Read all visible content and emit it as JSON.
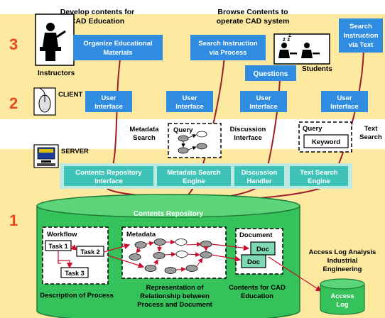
{
  "colors": {
    "band_yellow": "#FDE9A0",
    "band_white": "#FFFFFF",
    "label_red": "#E8491D",
    "ui_blue": "#2F8CE0",
    "cylinder_green": "#35C25A",
    "interface_teal": "#3FC3B8",
    "connector": "#9E1E2C",
    "doc_green": "#7DD8B6"
  },
  "icons": [
    "instructor-icon",
    "students-icon",
    "mouse-icon",
    "computer-icon"
  ],
  "layers": {
    "top": "3",
    "client": "2",
    "storage": "1"
  },
  "headers": {
    "develop": [
      "Develop contents for",
      "CAD Education"
    ],
    "browse": [
      "Browse Contents to",
      "operate CAD system"
    ]
  },
  "actors": {
    "instructors": "Instructors",
    "students": "Students"
  },
  "top_boxes": {
    "organize": [
      "Organize Educational",
      "Materials"
    ],
    "search_process": [
      "Search Instruction",
      "via Process"
    ],
    "questions": "Questions",
    "search_text": [
      "Search",
      "Instruction",
      "via Text"
    ]
  },
  "client": {
    "label": "CLIENT",
    "ui": [
      [
        "User",
        "Interface"
      ],
      [
        "User",
        "Interface"
      ],
      [
        "User",
        "Interface"
      ],
      [
        "User",
        "Interface"
      ]
    ]
  },
  "middle": {
    "metadata_search": [
      "Metadata",
      "Search"
    ],
    "query_label": "Query",
    "discussion_interface": [
      "Discussion",
      "Interface"
    ],
    "keyword": "Keyword",
    "text_search": [
      "Text",
      "Search"
    ]
  },
  "server": {
    "label": "SERVER",
    "interfaces": [
      [
        "Contents Repository",
        "Interface"
      ],
      [
        "Metadata Search",
        "Engine"
      ],
      [
        "Discussion",
        "Handler"
      ],
      [
        "Text Search",
        "Engine"
      ]
    ]
  },
  "repository": {
    "title": "Contents Repository",
    "workflow_title": "Workflow",
    "tasks": [
      "Task 1",
      "Task 2",
      "Task 3"
    ],
    "metadata_title": "Metadata",
    "document_title": "Document",
    "docs": [
      "Doc",
      "Doc"
    ],
    "captions": {
      "process": "Description of Process",
      "relationship": [
        "Representation of",
        "Relationship between",
        "Process and Document"
      ],
      "contents": [
        "Contents for CAD",
        "Education"
      ]
    }
  },
  "access": {
    "heading": [
      "Access Log Analysis",
      "Industrial",
      "Engineering"
    ],
    "log": [
      "Access",
      "Log"
    ]
  }
}
